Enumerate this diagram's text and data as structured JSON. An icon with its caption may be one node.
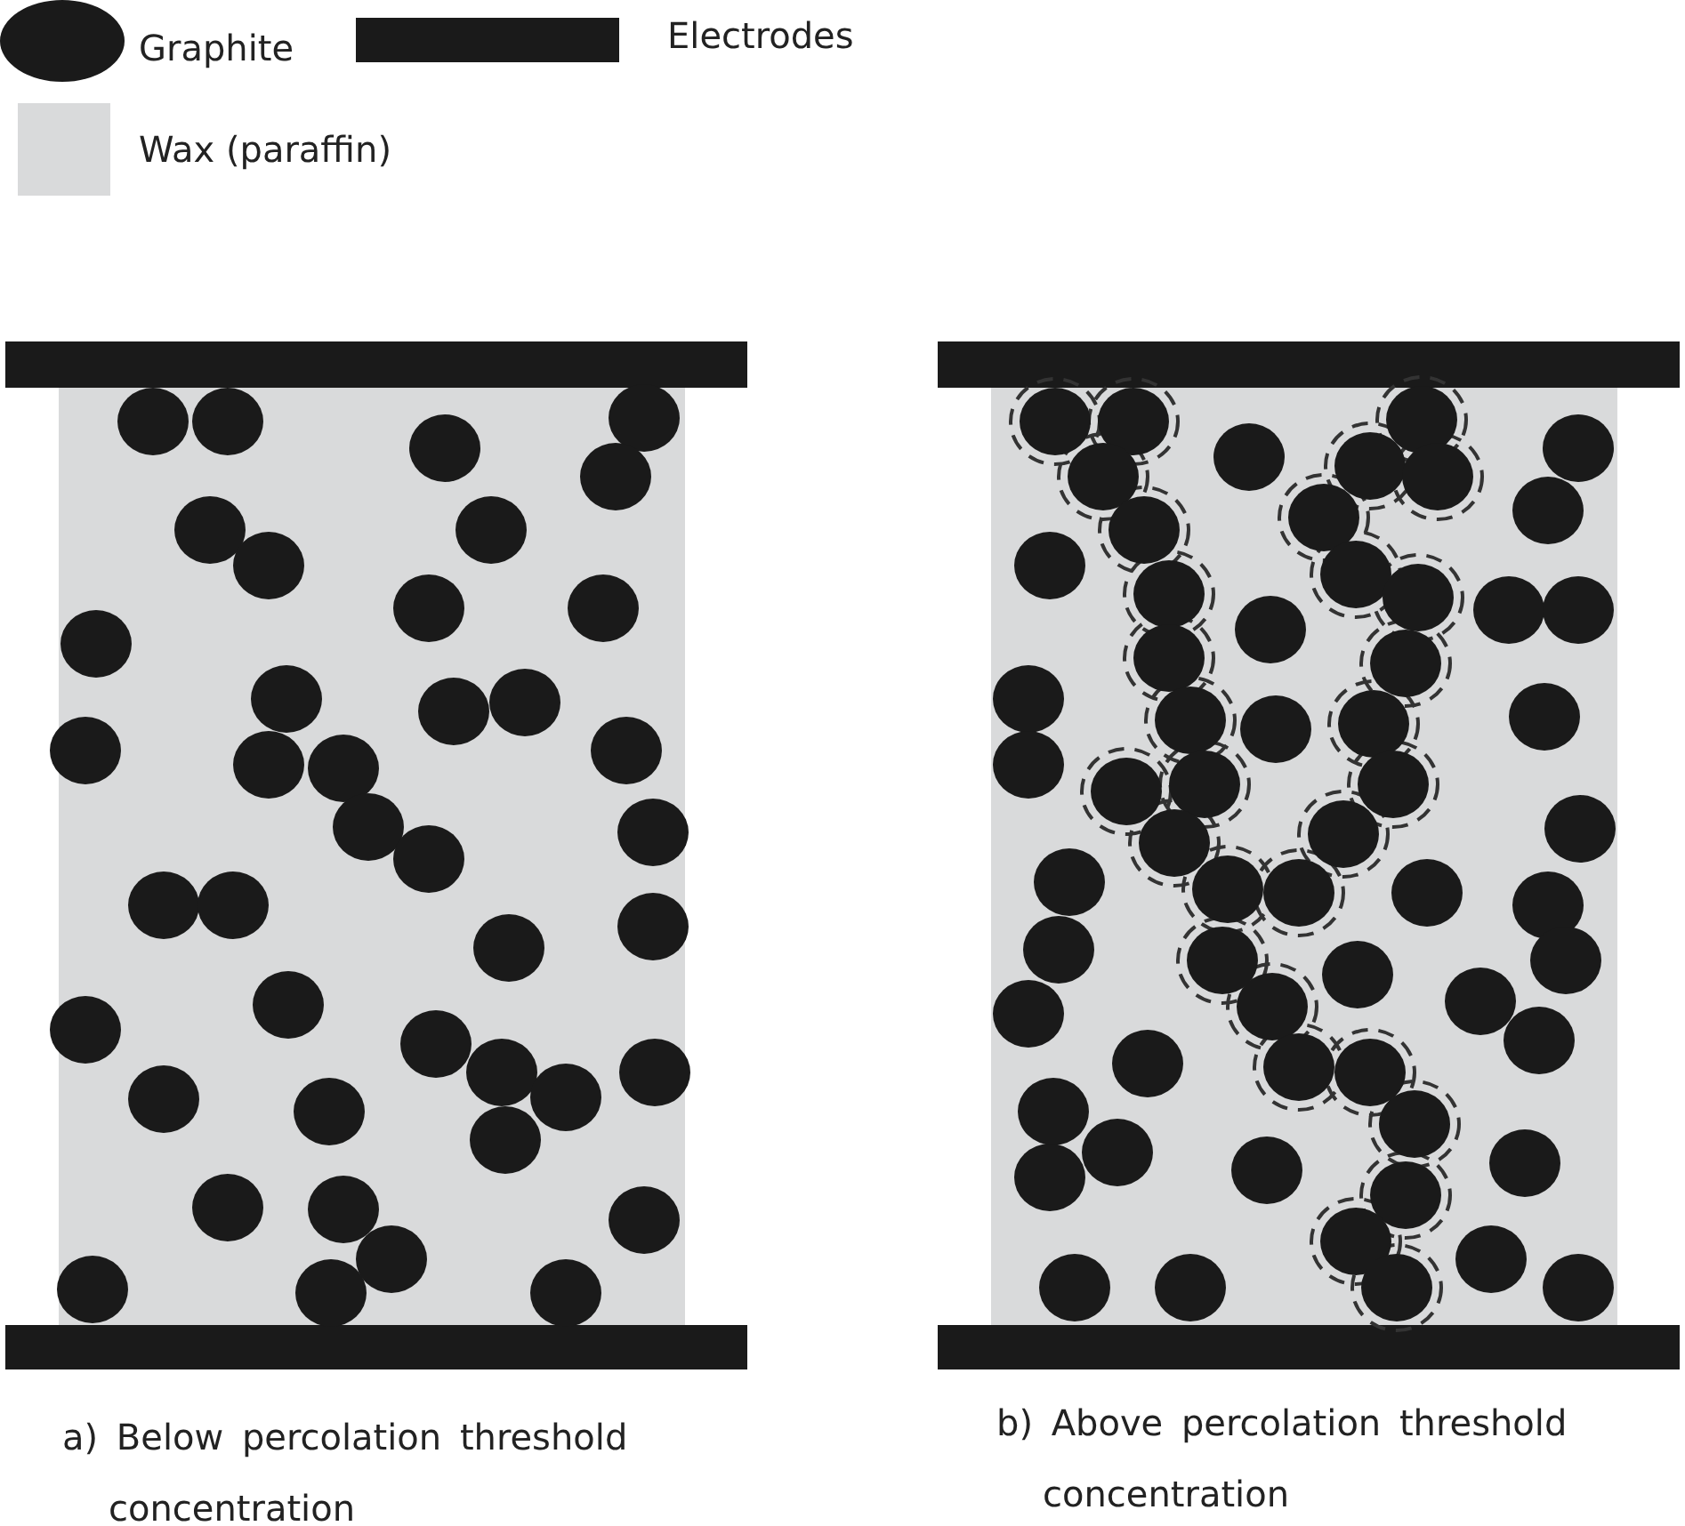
{
  "diagram": {
    "labels": [
      "a) Below percolation threshold concentration",
      "b) Above percolation threshold concentration"
    ],
    "legend": [
      {
        "text": "Graphite"
      },
      {
        "text": "Electrodes"
      },
      {
        "text": "Wax (paraffin)",
        "color": "#d9dadb"
      }
    ]
  }
}
